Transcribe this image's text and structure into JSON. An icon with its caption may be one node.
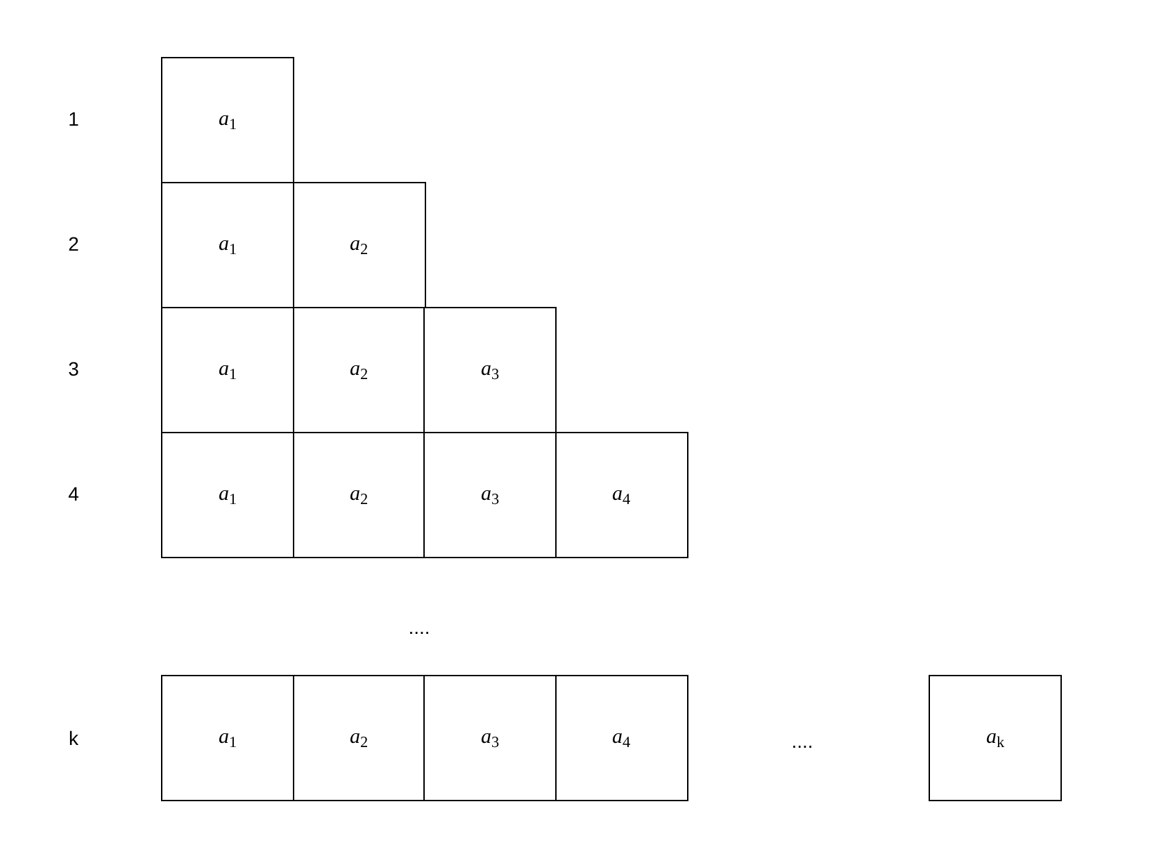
{
  "diagram": {
    "nodes": [
      {
        "text": [
          "*a*$_{1}$"
        ]
      },
      {
        "text": [
          "*a*$_{1}$"
        ]
      },
      {
        "text": [
          "*a*$_{2}$"
        ]
      },
      {
        "text": [
          "*a*$_{1}$"
        ]
      },
      {
        "text": [
          "*a*$_{2}$"
        ]
      },
      {
        "text": [
          "*a*$_{3}$"
        ]
      },
      {
        "text": [
          "*a*$_{1}$"
        ]
      },
      {
        "text": [
          "*a*$_{2}$"
        ]
      },
      {
        "text": [
          "*a*$_{3}$"
        ]
      },
      {
        "text": [
          "*a*$_{4}$"
        ]
      },
      {
        "text": [
          "*a*$_{1}$"
        ]
      },
      {
        "text": [
          "*a*$_{2}$"
        ]
      },
      {
        "text": [
          "*a*$_{3}$"
        ]
      },
      {
        "text": [
          "*a*$_{4}$"
        ]
      },
      {
        "text": [
          "*a*$_{k}$"
        ]
      }
    ],
    "labels": [
      "1",
      "2",
      "3",
      "4",
      "....",
      "k",
      "...."
    ]
  }
}
